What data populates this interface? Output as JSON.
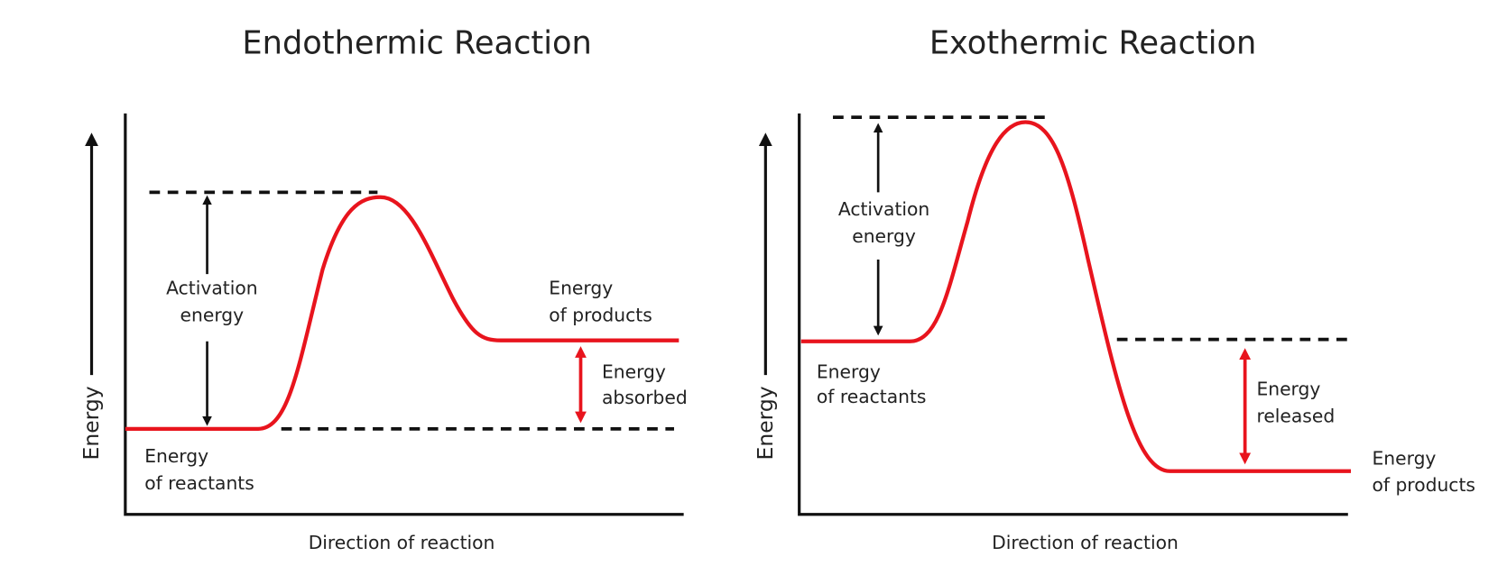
{
  "colors": {
    "curve": "#e8141d",
    "axis": "#111111",
    "text": "#222222"
  },
  "endothermic": {
    "title": "Endothermic Reaction",
    "y_label": "Energy",
    "x_label": "Direction of reaction",
    "activation": [
      "Activation",
      "energy"
    ],
    "products": [
      "Energy",
      "of products"
    ],
    "reactants": [
      "Energy",
      "of reactants"
    ],
    "delta": [
      "Energy",
      "absorbed"
    ]
  },
  "exothermic": {
    "title": "Exothermic Reaction",
    "y_label": "Energy",
    "x_label": "Direction of reaction",
    "activation": [
      "Activation",
      "energy"
    ],
    "products": [
      "Energy",
      "of products"
    ],
    "reactants": [
      "Energy",
      "of reactants"
    ],
    "delta": [
      "Energy",
      "released"
    ]
  }
}
